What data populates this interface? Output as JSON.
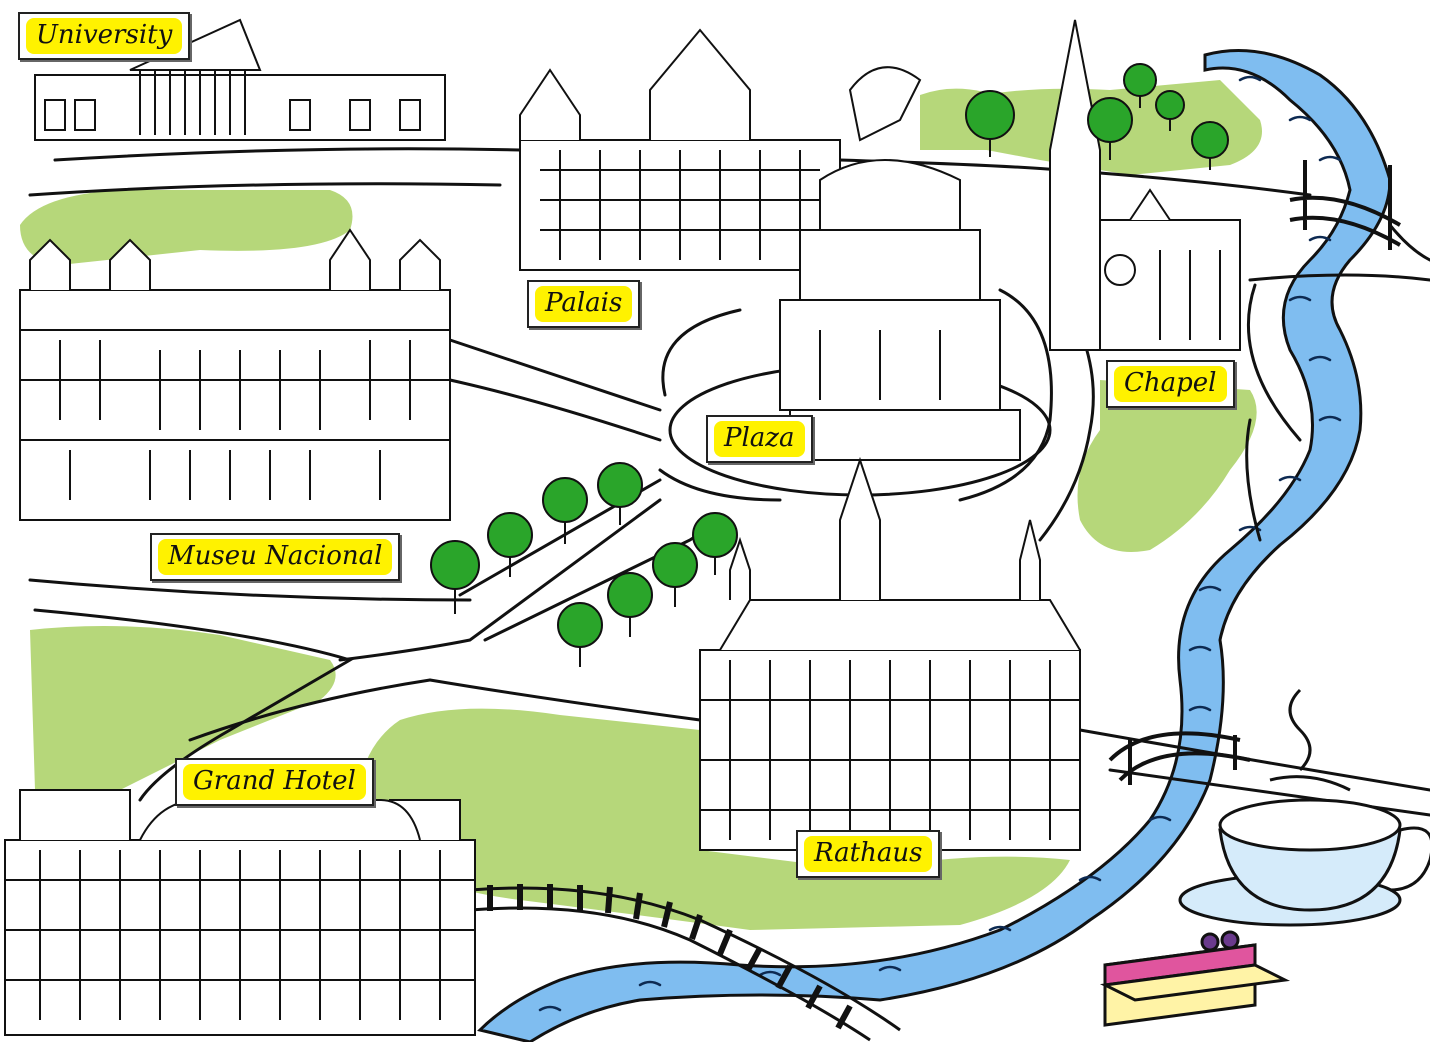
{
  "map": {
    "colors": {
      "park": "#b6d77a",
      "river": "#7fbdf0",
      "label_fill": "#fff200",
      "road_stroke": "#111111",
      "tree": "#2aa52a"
    },
    "labels": {
      "university": "University",
      "palais": "Palais",
      "museu": "Museu Nacional",
      "plaza": "Plaza",
      "chapel": "Chapel",
      "rathaus": "Rathaus",
      "grand_hotel": "Grand Hotel"
    }
  }
}
